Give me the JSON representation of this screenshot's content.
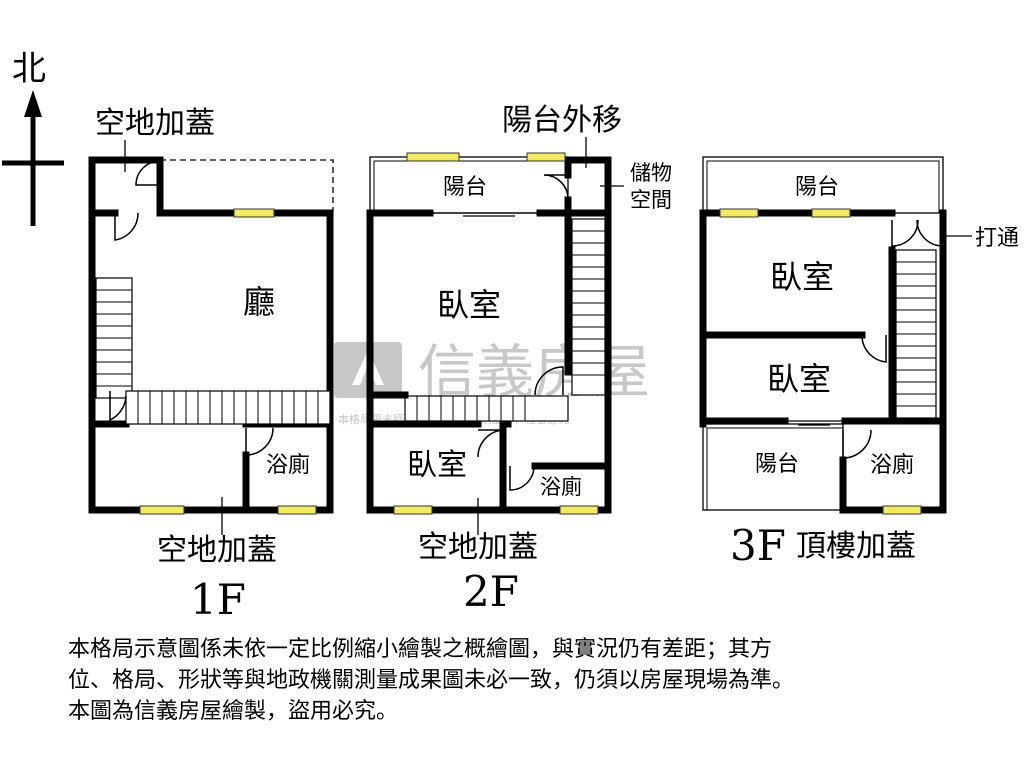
{
  "compass": {
    "north": "北"
  },
  "floor1": {
    "level": "1F",
    "annotation_top": "空地加蓋",
    "annotation_bottom": "空地加蓋",
    "rooms": {
      "living": "廳",
      "bath": "浴廁"
    }
  },
  "floor2": {
    "level": "2F",
    "annotation_top": "陽台外移",
    "annotation_bottom": "空地加蓋",
    "storage": [
      "儲物",
      "空間"
    ],
    "rooms": {
      "balcony": "陽台",
      "bedroom_large": "臥室",
      "bedroom_small": "臥室",
      "bath": "浴廁"
    }
  },
  "floor3": {
    "level": "3F",
    "annotation_bottom": "頂樓加蓋",
    "annotation_side": "打通",
    "rooms": {
      "balcony_top": "陽台",
      "bedroom_1": "臥室",
      "bedroom_2": "臥室",
      "balcony_bottom": "陽台",
      "bath": "浴廁"
    }
  },
  "watermark": {
    "brand": "信義房屋",
    "notice": "本格局圖未經信義房屋允許請勿盜印，違者必究"
  },
  "disclaimer": [
    "本格局示意圖係未依一定比例縮小繪製之概繪圖，與實況仍有差距；其方",
    "位、格局、形狀等與地政機關測量成果圖未必一致，仍須以房屋現場為準。",
    "本圖為信義房屋繪製，盜用必究。"
  ],
  "colors": {
    "wall": "#000000",
    "window": "#f3ea62",
    "watermark": "#c8c8c8"
  }
}
